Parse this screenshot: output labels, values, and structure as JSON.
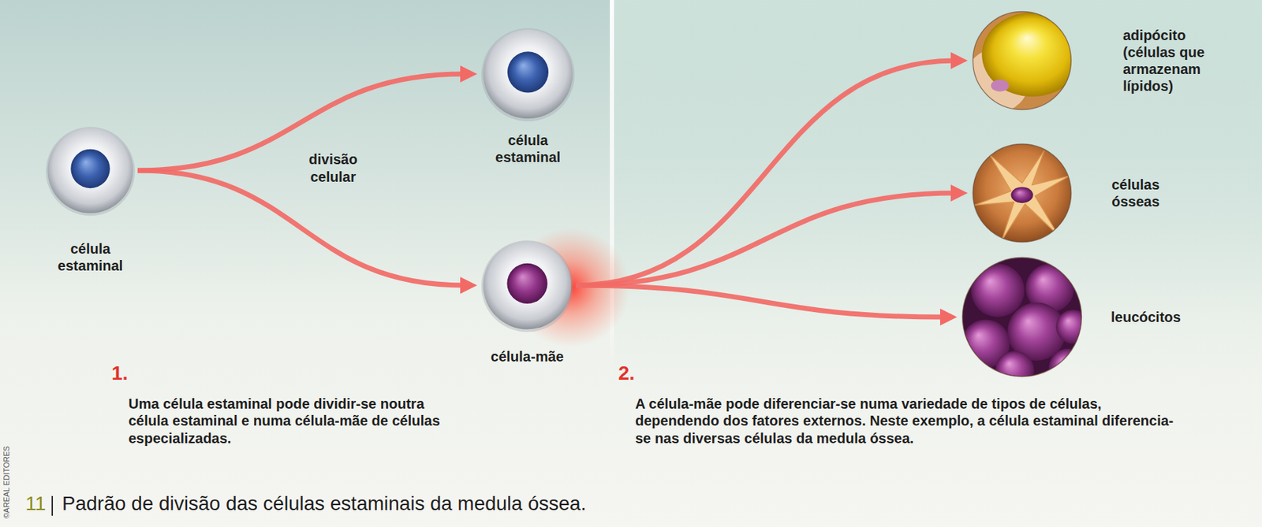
{
  "diagram": {
    "caption": "Padrão de divisão das células estaminais da medula óssea.",
    "nodes": [
      {
        "text": [
          "célula estaminal"
        ]
      },
      {
        "text": [
          "célula estaminal"
        ]
      },
      {
        "text": [
          "célula-mãe"
        ]
      },
      {
        "text": [
          "adipócito",
          "(células que armazenam lípidos)"
        ]
      },
      {
        "text": [
          "células ósseas"
        ]
      },
      {
        "text": [
          "leucócitos"
        ]
      }
    ],
    "edges": [
      {
        "from": 0,
        "to": 1,
        "arrow": "to"
      },
      {
        "from": 0,
        "to": 2,
        "arrow": "to"
      },
      {
        "from": 2,
        "to": 3,
        "arrow": "to"
      },
      {
        "from": 2,
        "to": 4,
        "arrow": "to"
      },
      {
        "from": 2,
        "to": 5,
        "arrow": "to"
      }
    ],
    "labels": [
      "divisão celular",
      "1.",
      "Uma célula estaminal pode dividir-se noutra célula estaminal e numa célula-mãe de células especializadas.",
      "2.",
      "A célula-mãe pode diferenciar-se numa variedade de tipos de células, dependendo dos fatores externos. Neste exemplo, a célula estaminal diferencia-se nas diversas células da medula óssea.",
      "11",
      "©AREAL EDITORES"
    ]
  }
}
